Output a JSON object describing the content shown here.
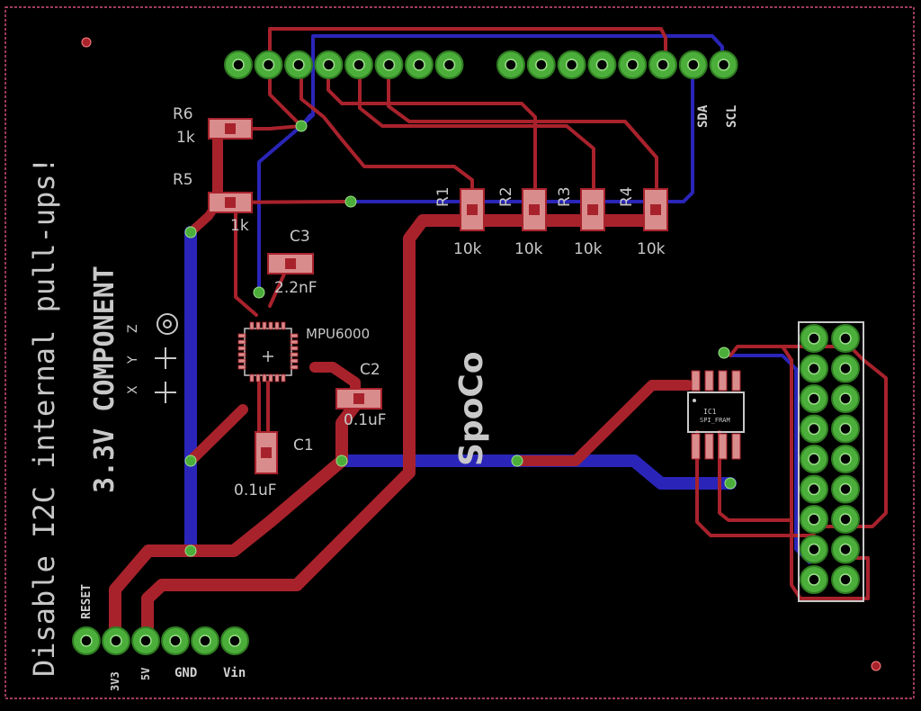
{
  "board": {
    "vertical_notice": "Disable I2C internal pull-ups!",
    "vertical_component": "3.3V COMPONENT",
    "logo_text": "SpoCo",
    "outline_color": "#ff5f9a",
    "background_color": "#000000",
    "copper_top_color": "#a8222c",
    "copper_bottom_color": "#2a25b8",
    "via_color": "#4cae3a",
    "pad_color": "#d6d6d6"
  },
  "components": {
    "r6": {
      "name": "R6",
      "value": "1k"
    },
    "r5": {
      "name": "R5",
      "value": "1k"
    },
    "r1": {
      "name": "R1",
      "value": "10k"
    },
    "r2": {
      "name": "R2",
      "value": "10k"
    },
    "r3": {
      "name": "R3",
      "value": "10k"
    },
    "r4": {
      "name": "R4",
      "value": "10k"
    },
    "c1": {
      "name": "C1",
      "value": "0.1uF"
    },
    "c2": {
      "name": "C2",
      "value": "0.1uF"
    },
    "c3": {
      "name": "C3",
      "value": "2.2nF"
    },
    "ic1": {
      "name": "MPU6000"
    },
    "ic2": {
      "name": "IC1",
      "value": "SPI_FRAM"
    }
  },
  "header_top": {
    "sda": "SDA",
    "scl": "SCL"
  },
  "header_bottom": {
    "reset": "RESET",
    "v33": "3V3",
    "v5": "5V",
    "gnd": "GND",
    "vin": "Vin"
  },
  "axes": {
    "z": "Z",
    "y": "Y",
    "x": "X"
  }
}
